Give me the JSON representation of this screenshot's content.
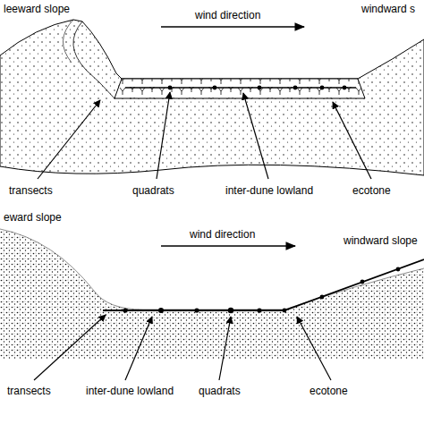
{
  "diagram": {
    "labels": [
      "leeward slope",
      "wind direction",
      "windward s",
      "transects",
      "quadrats",
      "inter-dune lowland",
      "ecotone",
      "eward slope",
      "wind direction",
      "windward slope",
      "transects",
      "inter-dune lowland",
      "quadrats",
      "ecotone"
    ]
  }
}
